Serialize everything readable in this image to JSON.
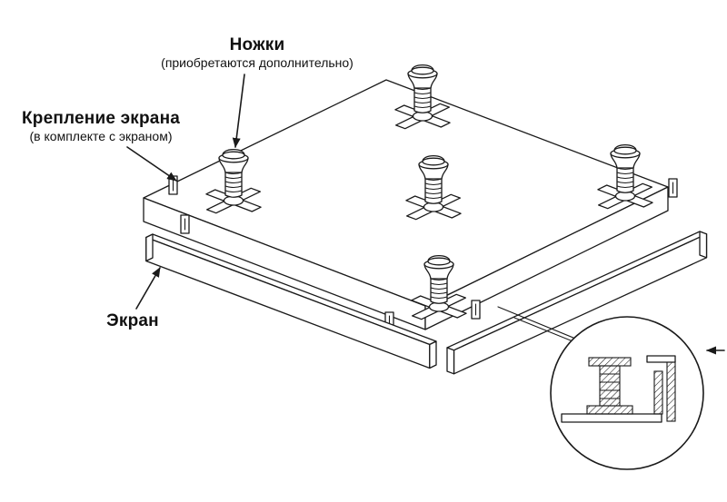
{
  "diagram": {
    "background": "#ffffff",
    "line_color": "#1a1a1a",
    "labels": {
      "feet": {
        "title": "Ножки",
        "subtitle": "(приобретаются дополнительно)"
      },
      "screen_mount": {
        "title": "Крепление экрана",
        "subtitle": "(в комплекте с экраном)"
      },
      "screen": {
        "title": "Экран"
      }
    },
    "parts": {
      "feet_count": 5,
      "screen_panels_count": 2
    }
  }
}
